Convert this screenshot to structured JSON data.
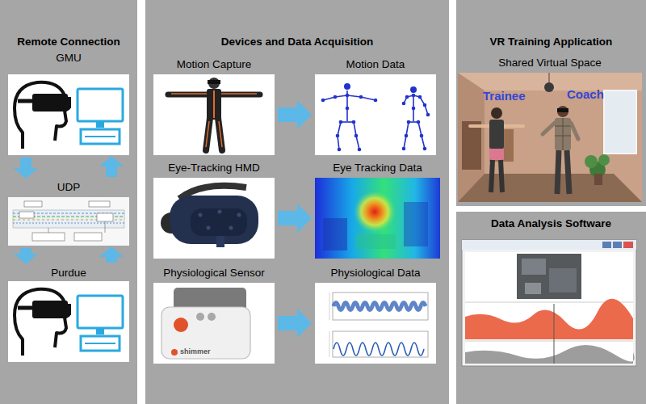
{
  "diagram": {
    "nodes": [
      {
        "text": [
          "Remote Connection"
        ]
      },
      {
        "text": [
          "GMU"
        ],
        "in": 0
      },
      {
        "text": [
          "UDP"
        ],
        "in": 0
      },
      {
        "text": [
          "Purdue"
        ],
        "in": 0
      },
      {
        "text": [
          "Devices and Data Acquisition"
        ]
      },
      {
        "text": [
          "Motion Capture"
        ],
        "in": 4
      },
      {
        "text": [
          "Motion Data"
        ],
        "in": 4
      },
      {
        "text": [
          "Eye-Tracking HMD"
        ],
        "in": 4
      },
      {
        "text": [
          "Eye Tracking Data"
        ],
        "in": 4
      },
      {
        "text": [
          "Physiological Sensor"
        ],
        "in": 4
      },
      {
        "text": [
          "Physiological Data"
        ],
        "in": 4
      },
      {
        "text": [
          "VR Training Application"
        ]
      },
      {
        "text": [
          "Shared Virtual Space"
        ],
        "in": 11
      },
      {
        "text": [
          "Data Analysis Software"
        ]
      }
    ],
    "edges": [
      {
        "from": 1,
        "to": 2,
        "arrow": "to"
      },
      {
        "from": 2,
        "to": 3,
        "arrow": "to"
      },
      {
        "from": 3,
        "to": 2,
        "arrow": "to"
      },
      {
        "from": 2,
        "to": 1,
        "arrow": "to"
      },
      {
        "from": 5,
        "to": 6,
        "arrow": "to"
      },
      {
        "from": 7,
        "to": 8,
        "arrow": "to"
      },
      {
        "from": 9,
        "to": 10,
        "arrow": "to"
      }
    ],
    "labels": [
      "Trainee",
      "Coach",
      "shimmer"
    ]
  }
}
